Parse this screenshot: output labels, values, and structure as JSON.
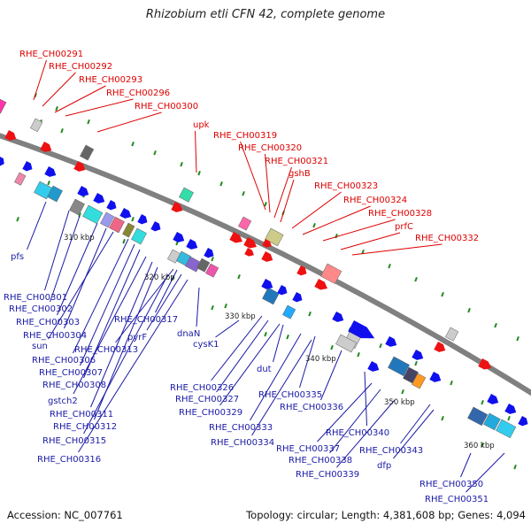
{
  "title": "Rhizobium etli CFN 42, complete genome",
  "accession": "Accession: NC_007761",
  "topology": "Topology: circular; Length: 4,381,608 bp; Genes: 4,094",
  "colors": {
    "backbone": "#808080",
    "top_label": "#dd0000",
    "bottom_label": "#1a1aa6",
    "tick": "#1f8a1f"
  },
  "kbp_labels": [
    "310 kbp",
    "320 kbp",
    "330 kbp",
    "340 kbp",
    "350 kbp",
    "360 kbp"
  ],
  "top_labels": [
    "RHE_CH00291",
    "RHE_CH00292",
    "RHE_CH00293",
    "RHE_CH00296",
    "RHE_CH00300",
    "upk",
    "RHE_CH00319",
    "RHE_CH00320",
    "RHE_CH00321",
    "gshB",
    "RHE_CH00323",
    "RHE_CH00324",
    "RHE_CH00328",
    "prfC",
    "RHE_CH00332"
  ],
  "bottom_labels": [
    "pfs",
    "RHE_CH00301",
    "RHE_CH00302",
    "RHE_CH00303",
    "RHE_CH00304",
    "sun",
    "RHE_CH00306",
    "RHE_CH00307",
    "RHE_CH00308",
    "gstch2",
    "RHE_CH00311",
    "RHE_CH00312",
    "RHE_CH00315",
    "RHE_CH00316",
    "RHE_CH00313",
    "pyrF",
    "RHE_CH00317",
    "dnaN",
    "cysK1",
    "dut",
    "RHE_CH00326",
    "RHE_CH00327",
    "RHE_CH00329",
    "RHE_CH00333",
    "RHE_CH00334",
    "RHE_CH00335",
    "RHE_CH00336",
    "RHE_CH00337",
    "RHE_CH00338",
    "RHE_CH00339",
    "RHE_CH00340",
    "dfp",
    "RHE_CH00343",
    "RHE_CH00350",
    "RHE_CH00351"
  ]
}
